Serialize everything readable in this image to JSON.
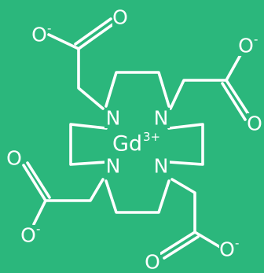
{
  "colors": {
    "background": "#2bb77c",
    "foreground": "#ffffff"
  },
  "metal": {
    "symbol": "Gd",
    "charge": "3+"
  },
  "nitrogen": {
    "symbol": "N"
  },
  "carboxylates": [
    {
      "carbonyl_oxygen": "O",
      "anionic_oxygen": "O",
      "charge": "-"
    },
    {
      "carbonyl_oxygen": "O",
      "anionic_oxygen": "O",
      "charge": "-"
    },
    {
      "carbonyl_oxygen": "O",
      "anionic_oxygen": "O",
      "charge": "-"
    },
    {
      "carbonyl_oxygen": "O",
      "anionic_oxygen": "O",
      "charge": "-"
    }
  ]
}
